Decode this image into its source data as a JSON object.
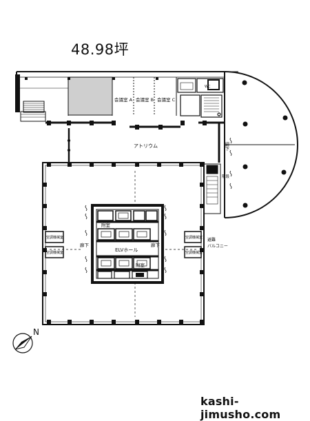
{
  "header": {
    "area": "48.98坪"
  },
  "labels": {
    "meeting_a": "会議室 A",
    "meeting_b": "会議室 B",
    "meeting_c": "会議室 C",
    "atrium": "アトリウム",
    "corridor": "廊下",
    "ely_hall": "ELVホール",
    "annex": "附室",
    "hall_left": "廊下",
    "hall_right": "廊下",
    "ac_room": "空調機械室",
    "balcony_1": "避難",
    "balcony_2": "バルコニー",
    "stairs": "階段",
    "wc": "WC"
  },
  "compass": {
    "label": "N"
  },
  "footer": {
    "site": "kashi-jimusho.com"
  },
  "colors": {
    "line": "#111111",
    "highlight": "#cfcfcf"
  }
}
